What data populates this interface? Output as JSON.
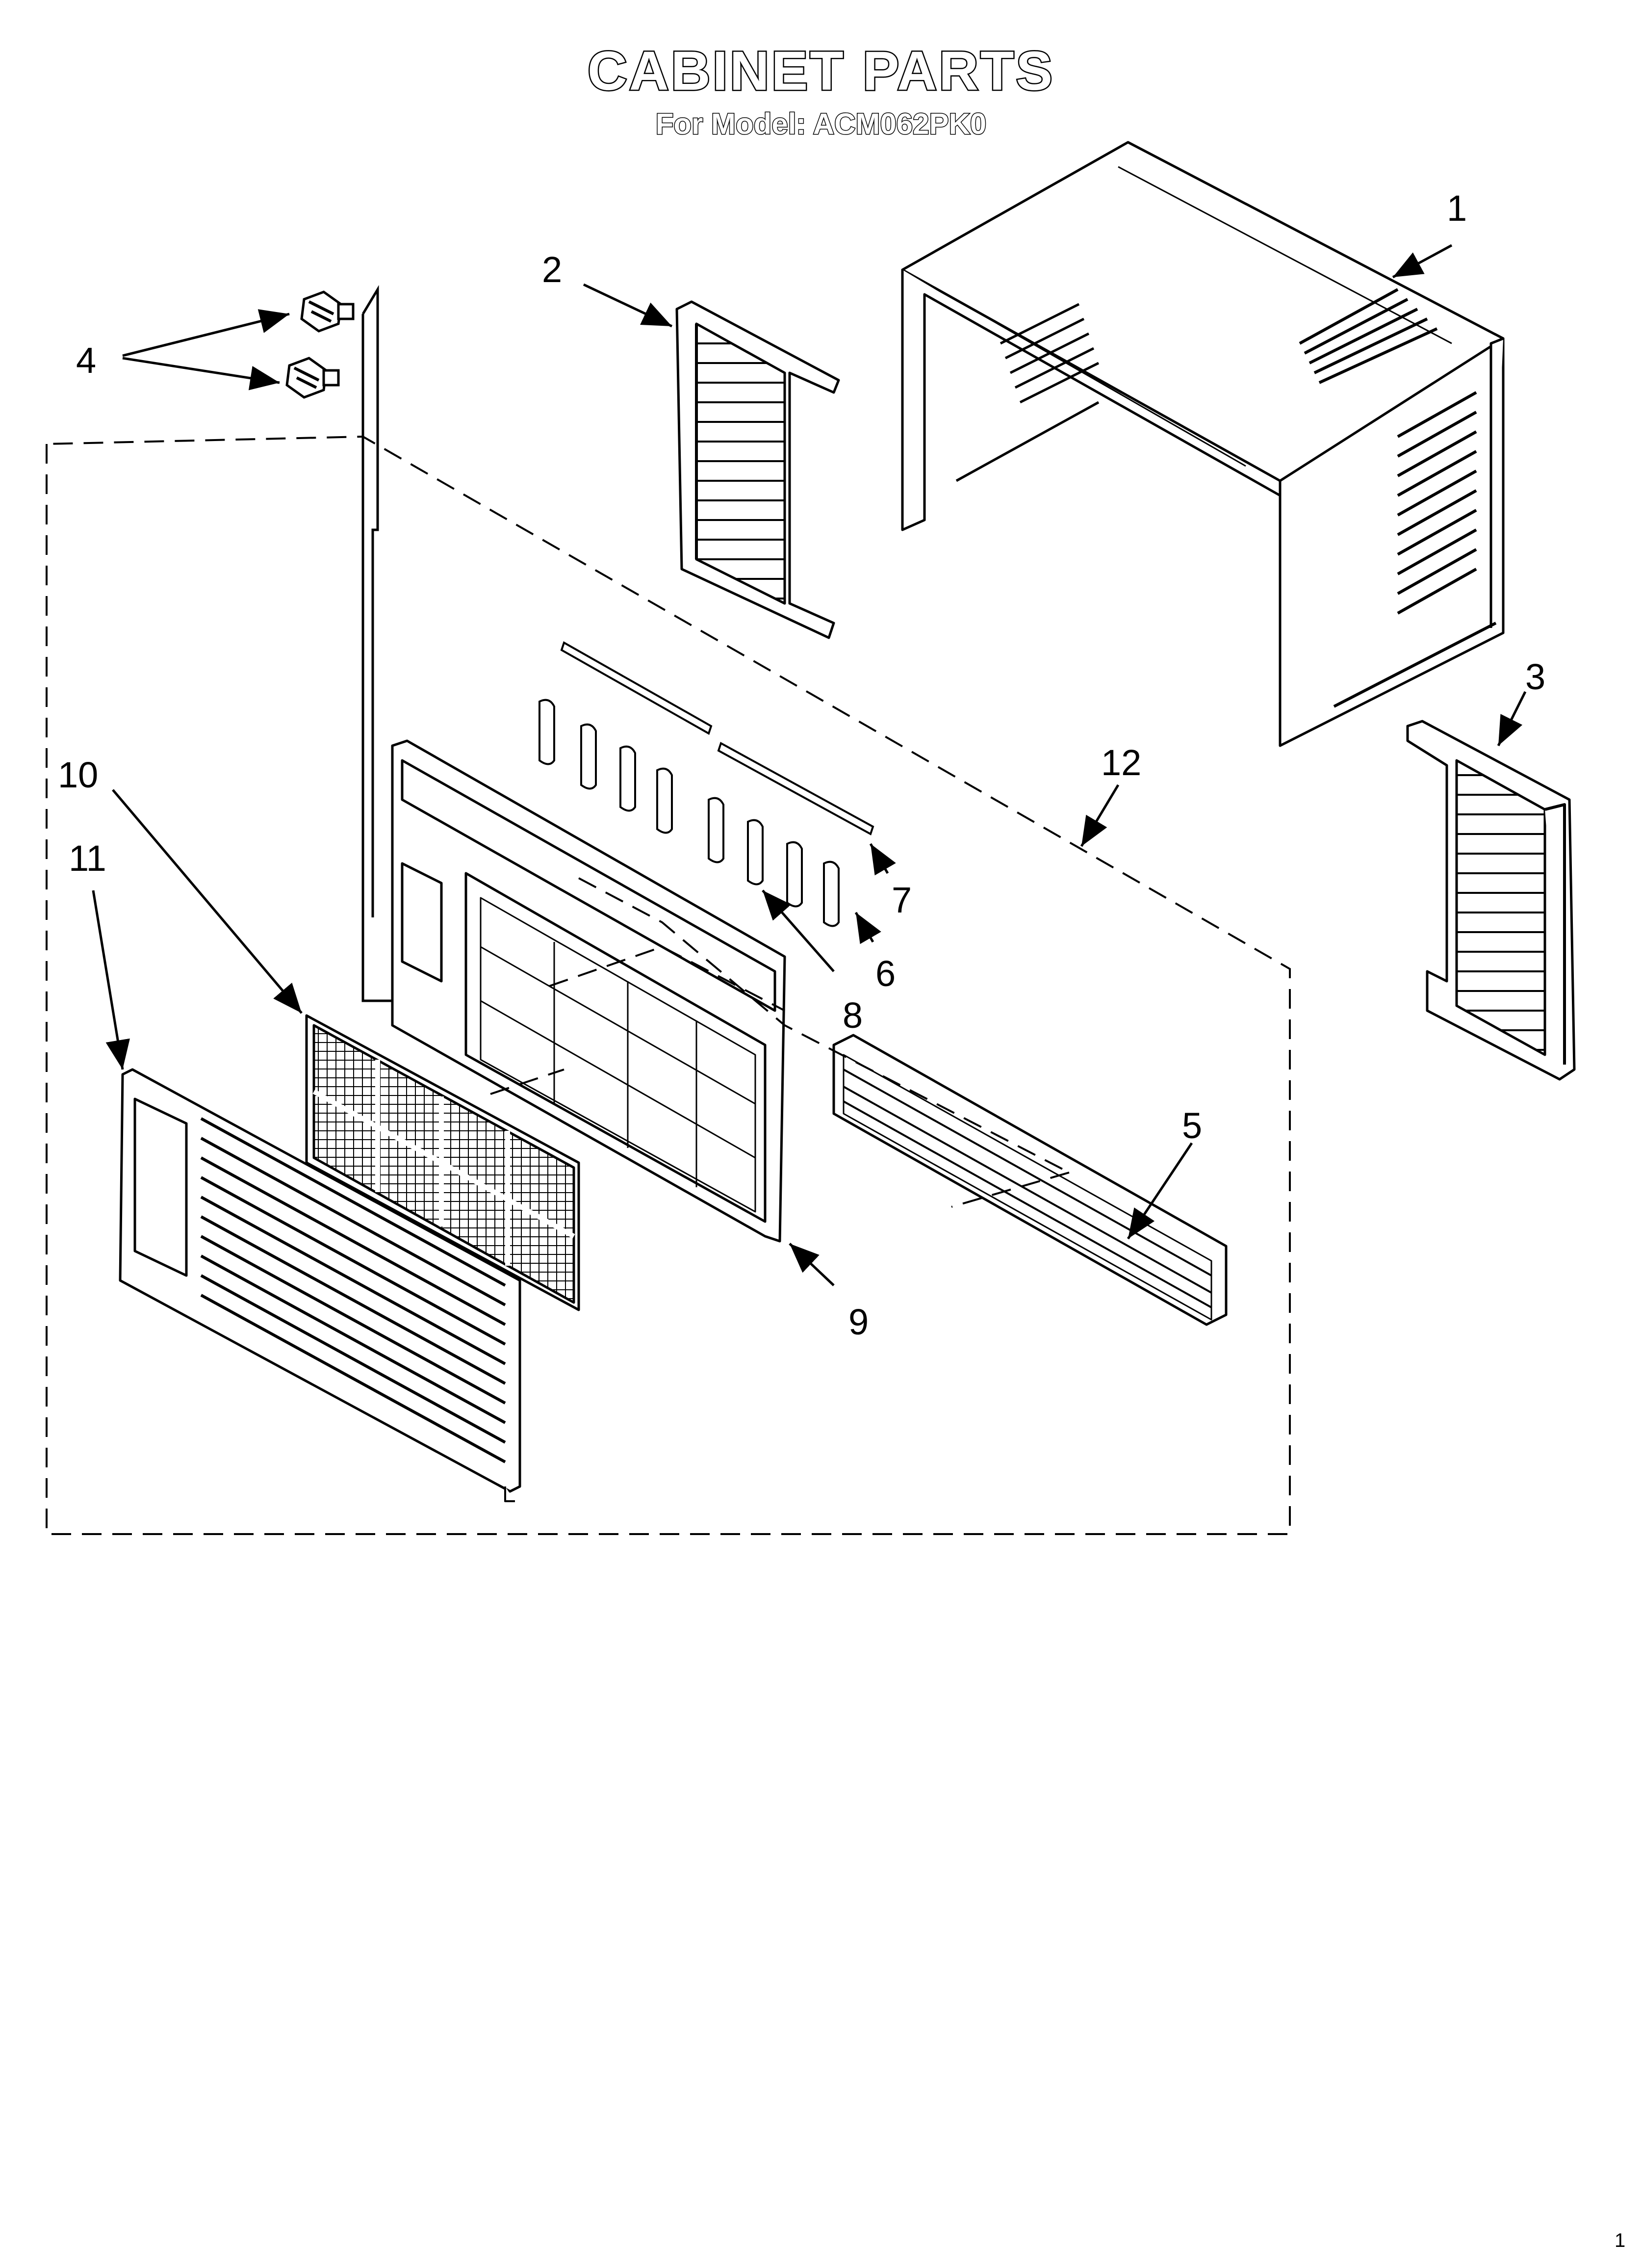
{
  "header": {
    "title": "CABINET PARTS",
    "subtitle": "For Model: ACM062PK0"
  },
  "callouts": [
    "1",
    "2",
    "3",
    "4",
    "5",
    "6",
    "7",
    "8",
    "9",
    "10",
    "11",
    "12"
  ],
  "footer": {
    "page_number": "1"
  }
}
